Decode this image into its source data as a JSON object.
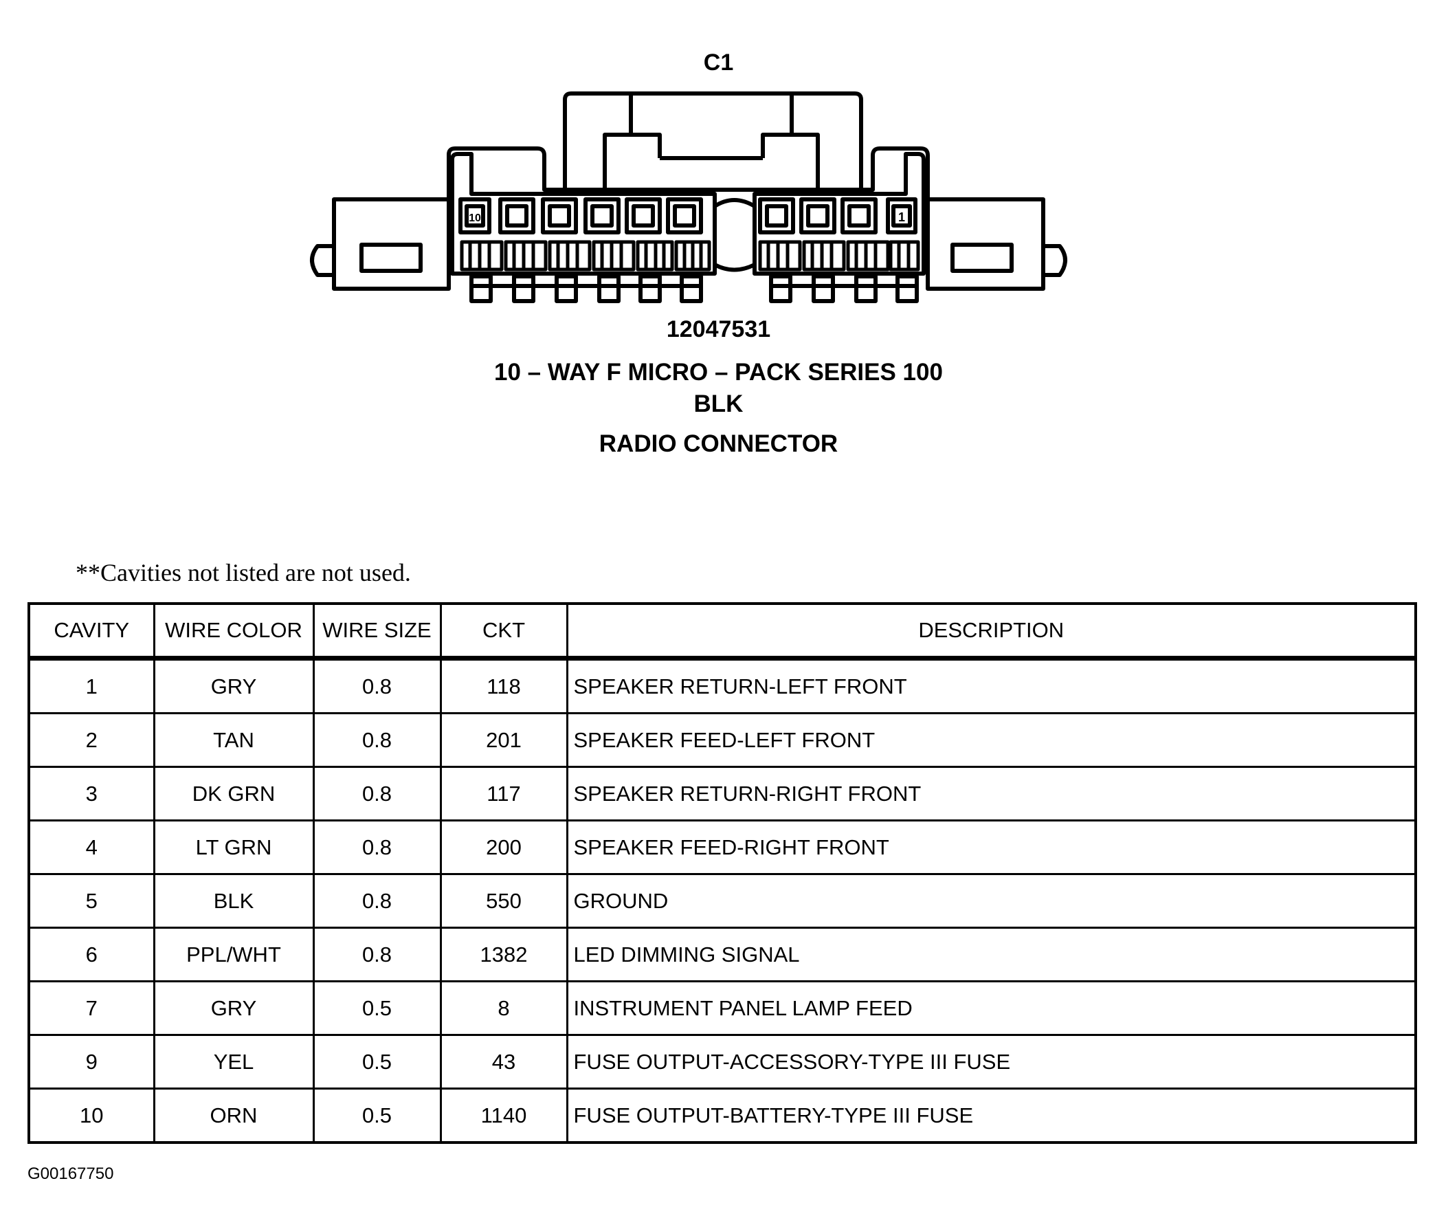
{
  "connector": {
    "id": "C1",
    "part_number": "12047531",
    "type": "10 – WAY F MICRO – PACK SERIES 100",
    "color": "BLK",
    "name": "RADIO CONNECTOR",
    "cavity_labels": {
      "left": "10",
      "right": "1"
    }
  },
  "note": "**Cavities not listed are not used.",
  "table": {
    "headers": {
      "cavity": "CAVITY",
      "wire_color": "WIRE COLOR",
      "wire_size": "WIRE SIZE",
      "ckt": "CKT",
      "description": "DESCRIPTION"
    },
    "rows": [
      {
        "cavity": "1",
        "wire_color": "GRY",
        "wire_size": "0.8",
        "ckt": "118",
        "description": "SPEAKER RETURN-LEFT FRONT"
      },
      {
        "cavity": "2",
        "wire_color": "TAN",
        "wire_size": "0.8",
        "ckt": "201",
        "description": "SPEAKER FEED-LEFT FRONT"
      },
      {
        "cavity": "3",
        "wire_color": "DK GRN",
        "wire_size": "0.8",
        "ckt": "117",
        "description": "SPEAKER RETURN-RIGHT FRONT"
      },
      {
        "cavity": "4",
        "wire_color": "LT GRN",
        "wire_size": "0.8",
        "ckt": "200",
        "description": "SPEAKER FEED-RIGHT FRONT"
      },
      {
        "cavity": "5",
        "wire_color": "BLK",
        "wire_size": "0.8",
        "ckt": "550",
        "description": "GROUND"
      },
      {
        "cavity": "6",
        "wire_color": "PPL/WHT",
        "wire_size": "0.8",
        "ckt": "1382",
        "description": "LED DIMMING SIGNAL"
      },
      {
        "cavity": "7",
        "wire_color": "GRY",
        "wire_size": "0.5",
        "ckt": "8",
        "description": "INSTRUMENT PANEL LAMP FEED"
      },
      {
        "cavity": "9",
        "wire_color": "YEL",
        "wire_size": "0.5",
        "ckt": "43",
        "description": "FUSE OUTPUT-ACCESSORY-TYPE III FUSE"
      },
      {
        "cavity": "10",
        "wire_color": "ORN",
        "wire_size": "0.5",
        "ckt": "1140",
        "description": "FUSE OUTPUT-BATTERY-TYPE III FUSE"
      }
    ]
  },
  "figure_id": "G00167750"
}
